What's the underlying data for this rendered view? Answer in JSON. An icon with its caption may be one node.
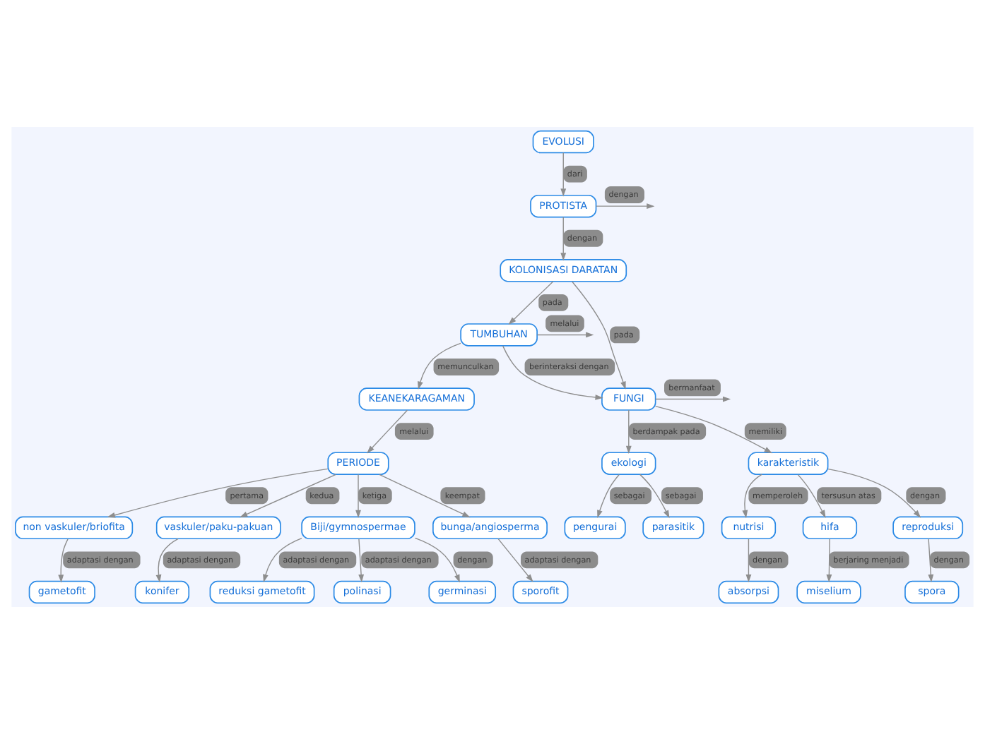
{
  "diagram": {
    "nodes": [
      {
        "text": [
          "EVOLUSI"
        ]
      },
      {
        "text": [
          "PROTISTA"
        ]
      },
      {
        "text": [
          "KOLONISASI DARATAN"
        ]
      },
      {
        "text": [
          "TUMBUHAN"
        ]
      },
      {
        "text": [
          "FUNGI"
        ]
      },
      {
        "text": [
          "KEANEKARAGAMAN"
        ]
      },
      {
        "text": [
          "PERIODE"
        ]
      },
      {
        "text": [
          "non vaskuler/briofita"
        ]
      },
      {
        "text": [
          "vaskuler/paku-pakuan"
        ]
      },
      {
        "text": [
          "Biji/gymnospermae"
        ]
      },
      {
        "text": [
          "bunga/angiosperma"
        ]
      },
      {
        "text": [
          "gametofit"
        ]
      },
      {
        "text": [
          "konifer"
        ]
      },
      {
        "text": [
          "reduksi gametofit"
        ]
      },
      {
        "text": [
          "polinasi"
        ]
      },
      {
        "text": [
          "germinasi"
        ]
      },
      {
        "text": [
          "karakteristik"
        ]
      },
      {
        "text": [
          "ekologi"
        ]
      },
      {
        "text": [
          "nutrisi"
        ]
      },
      {
        "text": [
          "hifa"
        ]
      },
      {
        "text": [
          "reproduksi"
        ]
      },
      {
        "text": [
          "pengurai"
        ]
      },
      {
        "text": [
          "parasitik"
        ]
      },
      {
        "text": [
          "absorpsi"
        ]
      },
      {
        "text": [
          "miselium"
        ]
      },
      {
        "text": [
          "spora"
        ]
      },
      {
        "text": [
          "sporofit"
        ]
      }
    ],
    "edges": [
      {
        "from": 0,
        "to": 1,
        "arrow": "to",
        "label": "dari"
      },
      {
        "from": 1,
        "to": 2,
        "arrow": "to",
        "label": "dengan"
      },
      {
        "from": 1,
        "to": null,
        "arrow": "to",
        "label": "dengan"
      },
      {
        "from": 2,
        "to": 3,
        "arrow": "to",
        "label": "pada"
      },
      {
        "from": 2,
        "to": 4,
        "arrow": "to",
        "label": "pada"
      },
      {
        "from": 3,
        "to": 4,
        "arrow": "to",
        "label": "berinteraksi dengan"
      },
      {
        "from": 3,
        "to": null,
        "arrow": "to",
        "label": "melalui"
      },
      {
        "from": 3,
        "to": 5,
        "arrow": "to",
        "label": "memunculkan"
      },
      {
        "from": 5,
        "to": 6,
        "arrow": "to",
        "label": "melalui"
      },
      {
        "from": 6,
        "to": 7,
        "arrow": "to",
        "label": "pertama"
      },
      {
        "from": 6,
        "to": 8,
        "arrow": "to",
        "label": "kedua"
      },
      {
        "from": 6,
        "to": 9,
        "arrow": "to",
        "label": "ketiga"
      },
      {
        "from": 6,
        "to": 10,
        "arrow": "to",
        "label": "keempat"
      },
      {
        "from": 7,
        "to": 11,
        "arrow": "to",
        "label": "adaptasi dengan"
      },
      {
        "from": 8,
        "to": 12,
        "arrow": "to",
        "label": "adaptasi dengan"
      },
      {
        "from": 9,
        "to": 13,
        "arrow": "to",
        "label": "adaptasi dengan"
      },
      {
        "from": 9,
        "to": 14,
        "arrow": "to",
        "label": "adaptasi dengan"
      },
      {
        "from": 9,
        "to": 15,
        "arrow": "to",
        "label": "dengan"
      },
      {
        "from": 10,
        "to": 26,
        "arrow": "to",
        "label": "adaptasi dengan"
      },
      {
        "from": 4,
        "to": 16,
        "arrow": "to",
        "label": "memiliki"
      },
      {
        "from": 4,
        "to": 17,
        "arrow": "to",
        "label": "berdampak pada"
      },
      {
        "from": 4,
        "to": null,
        "arrow": "to",
        "label": "bermanfaat"
      },
      {
        "from": 16,
        "to": 18,
        "arrow": "to",
        "label": "memperoleh"
      },
      {
        "from": 16,
        "to": 19,
        "arrow": "to",
        "label": "tersusun atas"
      },
      {
        "from": 16,
        "to": 20,
        "arrow": "to",
        "label": "dengan"
      },
      {
        "from": 17,
        "to": 21,
        "arrow": "to",
        "label": "sebagai"
      },
      {
        "from": 17,
        "to": 22,
        "arrow": "to",
        "label": "sebagai"
      },
      {
        "from": 18,
        "to": 23,
        "arrow": "to",
        "label": "dengan"
      },
      {
        "from": 19,
        "to": 24,
        "arrow": "to",
        "label": "berjaring menjadi"
      },
      {
        "from": 20,
        "to": 25,
        "arrow": "to",
        "label": "dengan"
      }
    ]
  }
}
